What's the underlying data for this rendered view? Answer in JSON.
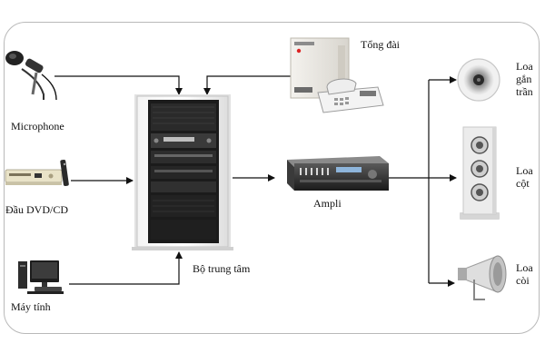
{
  "labels": {
    "microphone": "Microphone",
    "dvd": "Đầu DVD/CD",
    "computer": "Máy tính",
    "central_unit": "Bộ trung tâm",
    "pbx": "Tổng đài",
    "amplifier": "Ampli",
    "ceiling_speaker": [
      "Loa",
      "gắn",
      "trần"
    ],
    "column_speaker": [
      "Loa",
      "cột"
    ],
    "horn_speaker": [
      "Loa",
      "còi"
    ]
  },
  "colors": {
    "line": "#111111",
    "frame": "#b9b9b9",
    "rack": "#1b1b1b",
    "pbx_body": "#e9e7e2",
    "amp_body": "#2a2a2a",
    "speaker_body": "#e6e6e6"
  },
  "icons": [
    "microphone-icon",
    "dvd-player-icon",
    "computer-icon",
    "rack-cabinet-icon",
    "pbx-icon",
    "telephone-icon",
    "amplifier-icon",
    "ceiling-speaker-icon",
    "column-speaker-icon",
    "horn-speaker-icon"
  ]
}
